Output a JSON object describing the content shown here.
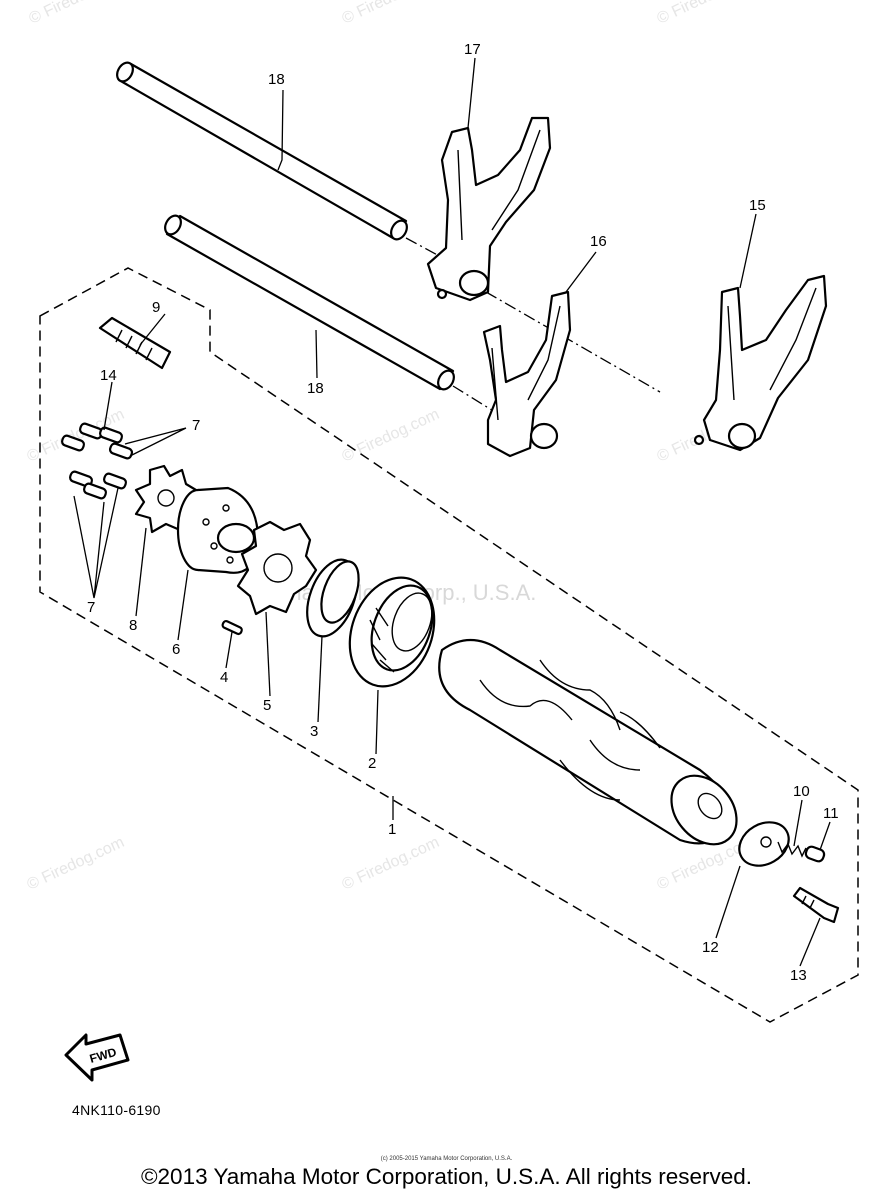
{
  "callouts": [
    "1",
    "2",
    "3",
    "4",
    "5",
    "6",
    "7",
    "8",
    "9",
    "10",
    "11",
    "12",
    "13",
    "14",
    "15",
    "16",
    "17",
    "18"
  ],
  "watermark": {
    "small": "© Firedog.com",
    "center": "Yamaha Motor Corp., U.S.A."
  },
  "fwd_label": "FWD",
  "part_code": "4NK110-6190",
  "fine_copyright": "(c) 2005-2015 Yamaha Motor Corporation, U.S.A.",
  "copyright": "©2013 Yamaha Motor Corporation, U.S.A. All rights reserved."
}
